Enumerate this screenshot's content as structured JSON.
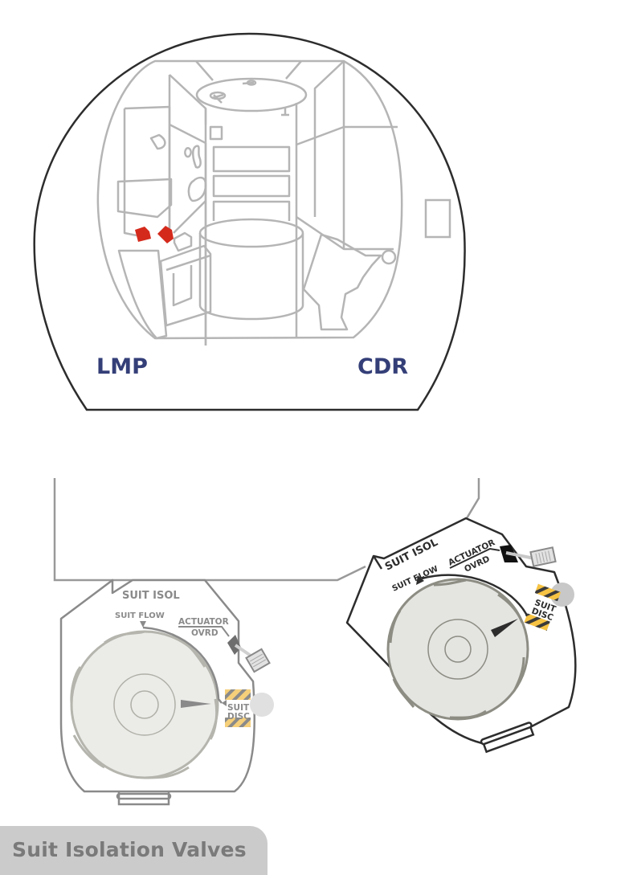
{
  "cabin_view": {
    "crew_positions": [
      {
        "label": "LMP",
        "side": "left"
      },
      {
        "label": "CDR",
        "side": "right"
      }
    ],
    "highlighted_component": "suit-isolation-valves",
    "highlight_color": "#d42a1c",
    "outline_color": "#2d2d2d",
    "interior_line_color": "#b5b5b5",
    "crew_label_color": "#343f78"
  },
  "valves": [
    {
      "id": "lmp-valve",
      "title": "SUIT ISOL",
      "flow_label": "SUIT FLOW",
      "actuator_label_line1": "ACTUATOR",
      "actuator_label_line2": "OVRD",
      "disc_label_line1": "SUIT",
      "disc_label_line2": "DISC",
      "position": "SUIT DISC",
      "style": "inactive-gray"
    },
    {
      "id": "cdr-valve",
      "title": "SUIT ISOL",
      "flow_label": "SUIT FLOW",
      "actuator_label_line1": "ACTUATOR",
      "actuator_label_line2": "OVRD",
      "disc_label_line1": "SUIT",
      "disc_label_line2": "DISC",
      "position": "SUIT DISC",
      "style": "active-black"
    }
  ],
  "colors": {
    "hazard_yellow": "#f7c343",
    "hazard_dark": "#3a3a3a",
    "knob_fill": "#ebebe8",
    "knob_edge": "#8d8d84"
  },
  "caption": {
    "title": "Suit Isolation Valves"
  }
}
